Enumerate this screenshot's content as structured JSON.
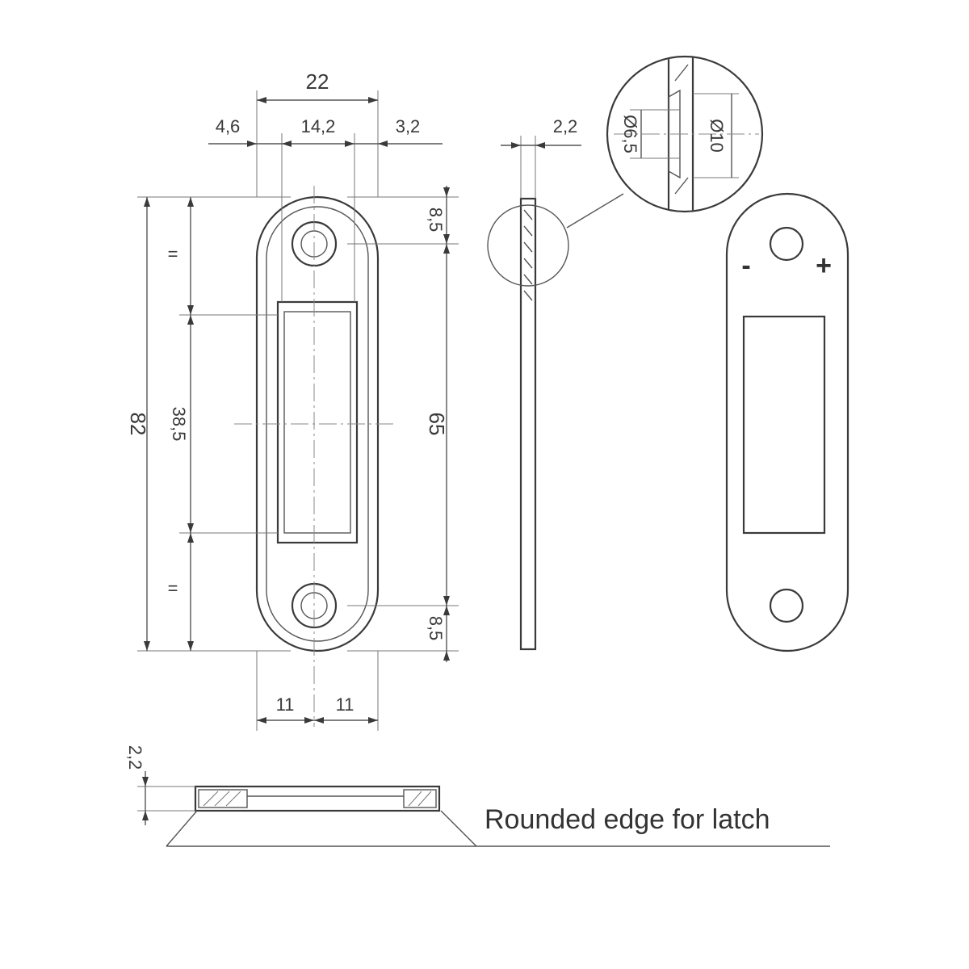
{
  "dimensions": {
    "overall_width": "22",
    "left_offset": "4,6",
    "slot_width": "14,2",
    "right_offset": "3,2",
    "side_thickness": "2,2",
    "top_hole_offset": "8,5",
    "bottom_hole_offset": "8,5",
    "overall_length": "82",
    "slot_length": "38,5",
    "hole_spacing": "65",
    "half_width_left": "11",
    "half_width_right": "11",
    "bottom_thickness": "2,2",
    "detail_inner_dia": "Ø6,5",
    "detail_outer_dia": "Ø10",
    "equal_mark_top": "=",
    "equal_mark_bottom": "="
  },
  "labels": {
    "rounded_edge": "Rounded edge for latch",
    "minus_sign": "-",
    "plus_sign": "+"
  },
  "colors": {
    "line": "#3a3a3a",
    "background": "#ffffff"
  }
}
